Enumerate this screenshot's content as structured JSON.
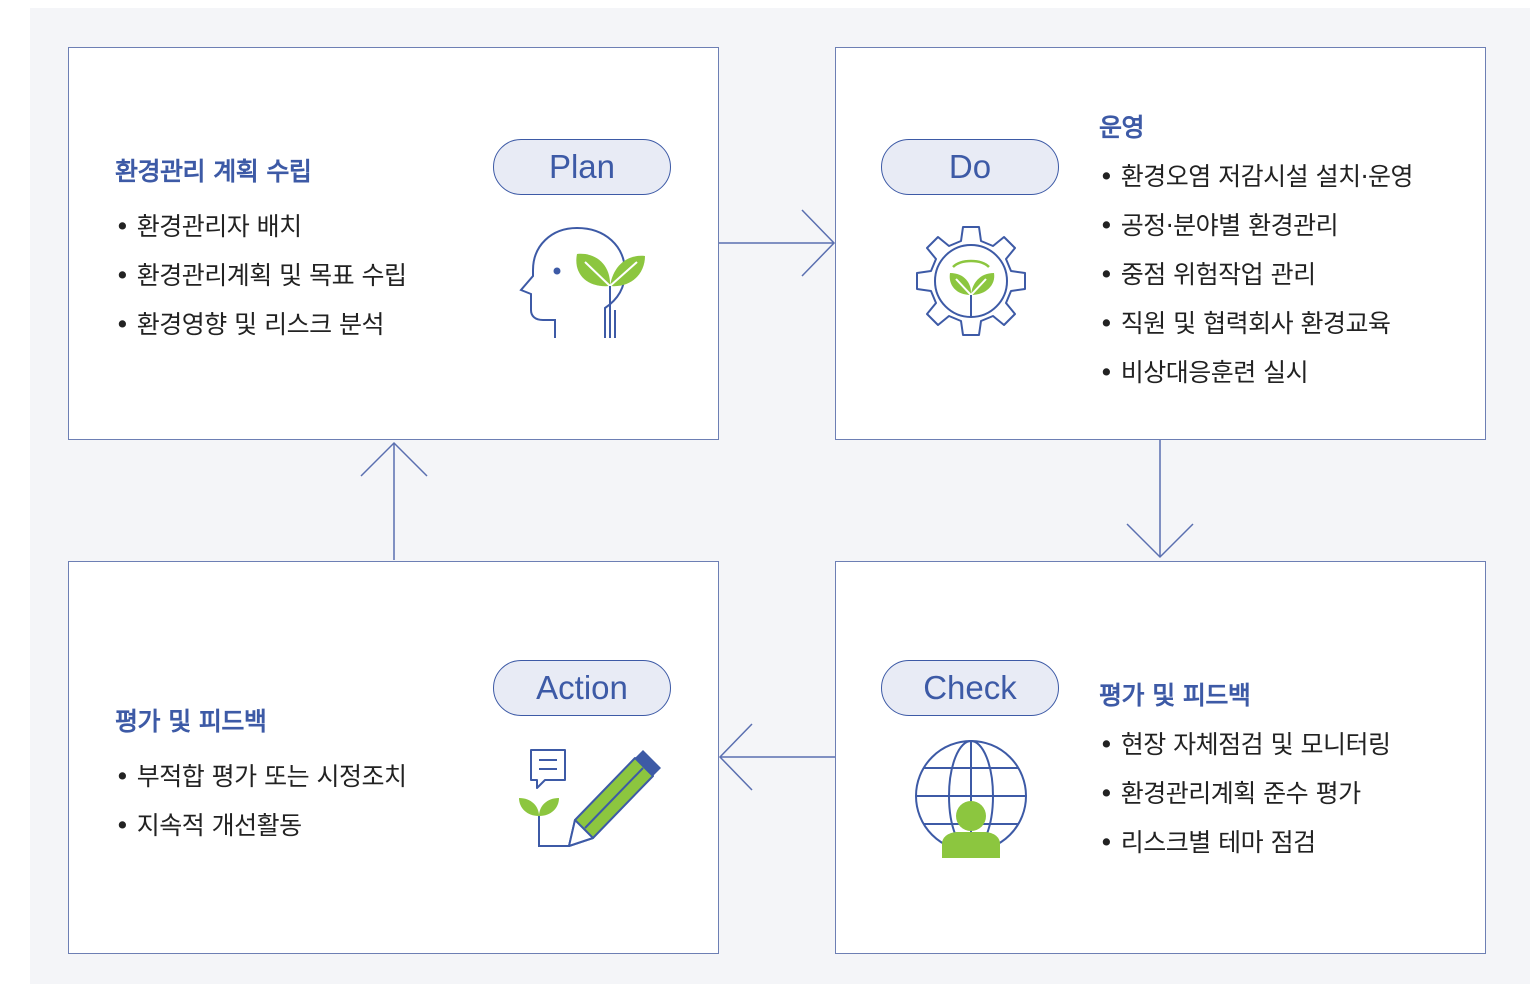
{
  "plan": {
    "pill": "Plan",
    "heading": "환경관리 계획 수립",
    "items": [
      "환경관리자 배치",
      "환경관리계획 및 목표 수립",
      "환경영향 및 리스크 분석"
    ],
    "icon": "head-sprout-icon"
  },
  "do": {
    "pill": "Do",
    "heading": "운영",
    "items": [
      "환경오염 저감시설 설치·운영",
      "공정·분야별 환경관리",
      "중점 위험작업 관리",
      "직원 및 협력회사 환경교육",
      "비상대응훈련 실시"
    ],
    "icon": "gear-sprout-icon"
  },
  "check": {
    "pill": "Check",
    "heading": "평가 및 피드백",
    "items": [
      "현장 자체점검 및 모니터링",
      "환경관리계획 준수 평가",
      "리스크별 테마 점검"
    ],
    "icon": "globe-person-icon"
  },
  "action": {
    "pill": "Action",
    "heading": "평가 및 피드백",
    "items": [
      "부적합 평가 또는 시정조치",
      "지속적 개선활동"
    ],
    "icon": "pencil-sprout-icon"
  },
  "colors": {
    "accent": "#3d5aa6",
    "green": "#8cc63f",
    "pill_fill": "#e8ebf5",
    "background": "#f4f5f8"
  }
}
